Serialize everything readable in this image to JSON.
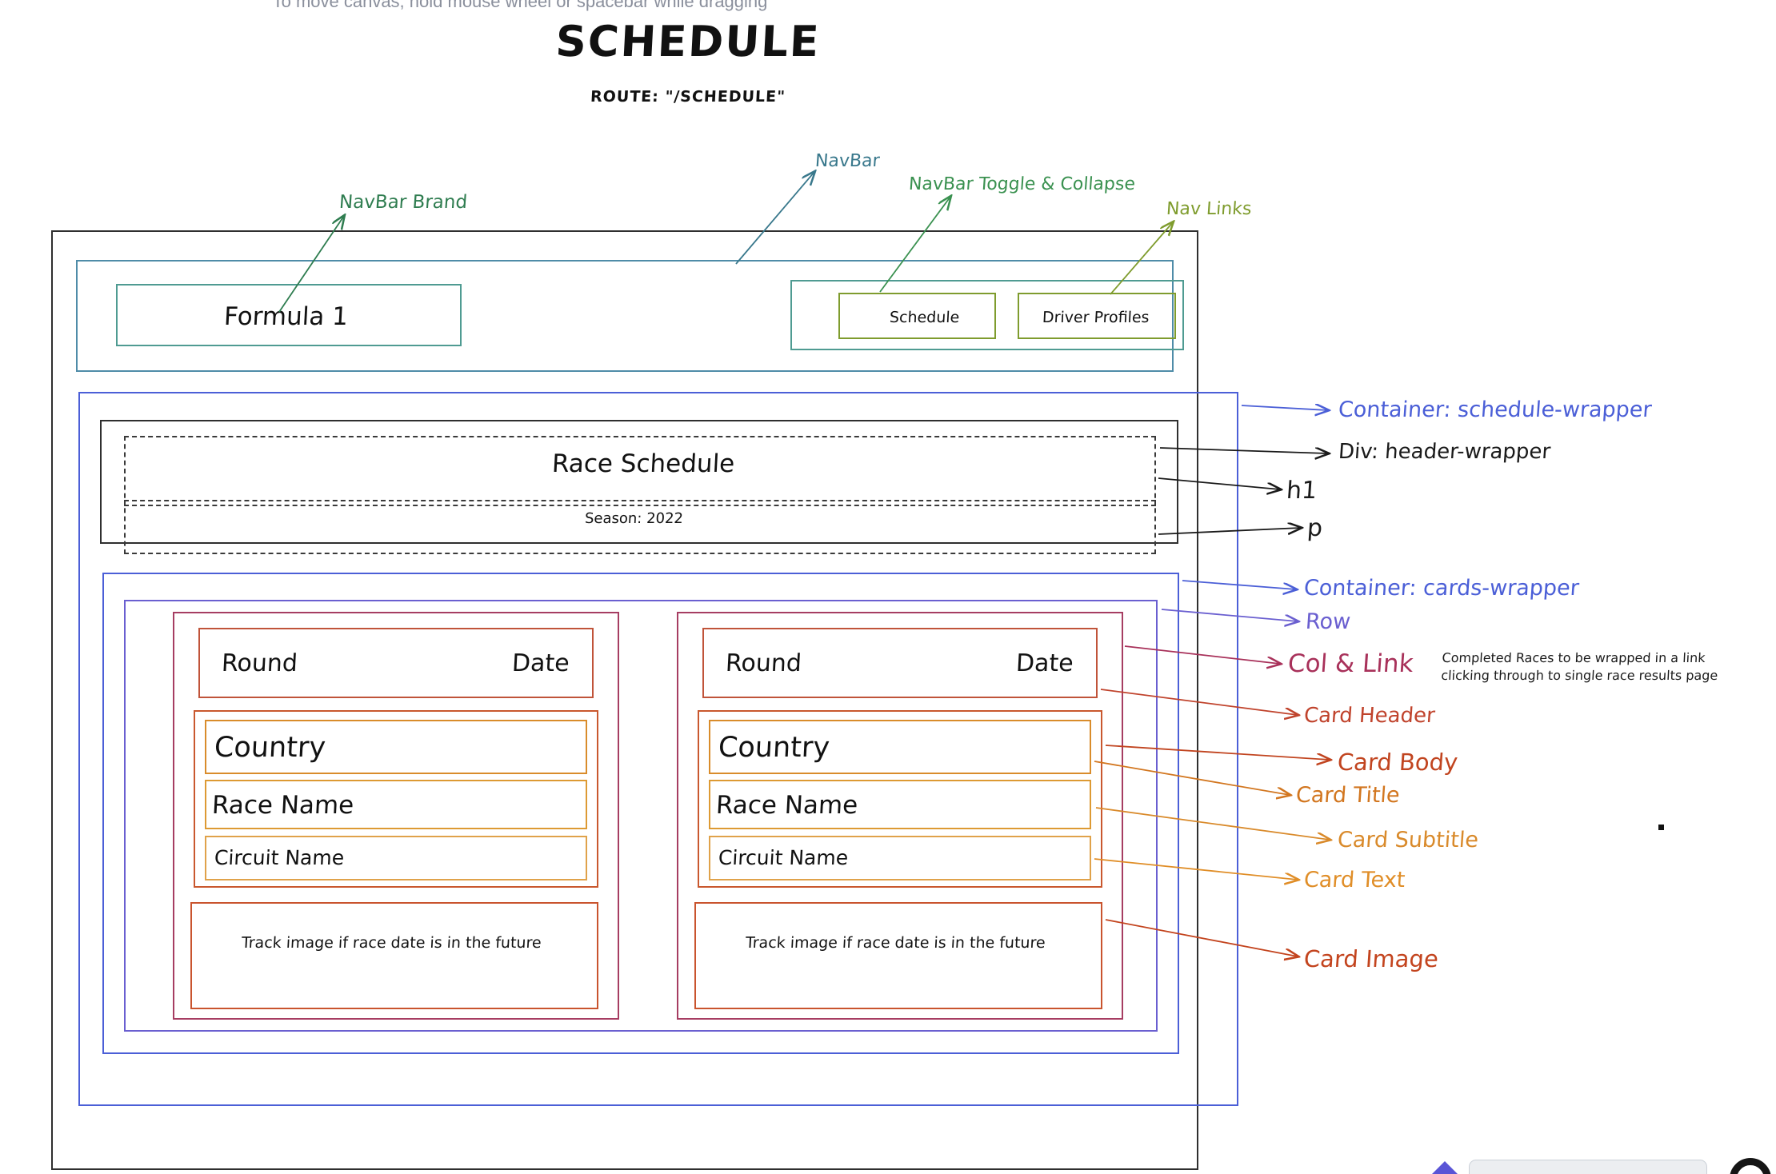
{
  "canvas": {
    "hint": "To move canvas, hold mouse wheel or spacebar while dragging",
    "title": "SCHEDULE",
    "route": "ROUTE: \"/SCHEDULE\""
  },
  "navbar": {
    "brand_label": "Formula 1",
    "links": [
      {
        "label": "Schedule"
      },
      {
        "label": "Driver Profiles"
      }
    ]
  },
  "header": {
    "h1_text": "Race Schedule",
    "p_text": "Season: 2022"
  },
  "cards": [
    {
      "round_label": "Round",
      "date_label": "Date",
      "country_label": "Country",
      "race_name_label": "Race Name",
      "circuit_name_label": "Circuit Name",
      "image_placeholder": "Track image if race date is in the future"
    },
    {
      "round_label": "Round",
      "date_label": "Date",
      "country_label": "Country",
      "race_name_label": "Race Name",
      "circuit_name_label": "Circuit Name",
      "image_placeholder": "Track image if race date is in the future"
    }
  ],
  "annotations": {
    "navbar_brand": "NavBar Brand",
    "navbar": "NavBar",
    "navbar_toggle": "NavBar Toggle & Collapse",
    "nav_links": "Nav Links",
    "container_schedule_wrapper": "Container: schedule-wrapper",
    "div_header_wrapper": "Div: header-wrapper",
    "h1": "h1",
    "p": "p",
    "container_cards_wrapper": "Container: cards-wrapper",
    "row": "Row",
    "col_and_link": "Col & Link",
    "col_note_line1": "Completed Races to be wrapped in a link",
    "col_note_line2": "clicking through to single race results page",
    "card_header": "Card Header",
    "card_body": "Card Body",
    "card_title": "Card Title",
    "card_subtitle": "Card Subtitle",
    "card_text": "Card Text",
    "card_image": "Card Image"
  },
  "colors": {
    "frame": "#2f2f2f",
    "navbar": "#4f8ca8",
    "navbar_brand": "#4f9b92",
    "nav_links": "#7f9c2e",
    "schedule_wrapper": "#4b5fd7",
    "cards_wrapper": "#4b5fd7",
    "row": "#6a5fd0",
    "col": "#a63d62",
    "card_header": "#c0543a",
    "card_body": "#c9582e",
    "card_title": "#d98c2b",
    "card_subtitle": "#dd9a33",
    "card_text": "#e0a24a",
    "card_image": "#c9542e",
    "hint_text": "#8a8f9c"
  }
}
